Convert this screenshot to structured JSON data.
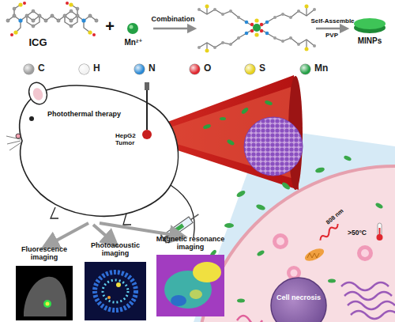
{
  "diagram": {
    "nodes": [
      {
        "text": [
          "MINPs"
        ]
      },
      {
        "text": [
          "Fluorescence imaging"
        ]
      },
      {
        "text": [
          "Photoacoustic imaging"
        ]
      },
      {
        "text": [
          "Magnetic resonance imaging"
        ]
      },
      {
        "text": [
          "Cell necrosis"
        ]
      }
    ],
    "labels": [
      "ICG",
      "+",
      "Mn²⁺",
      "Combination",
      "Self-Assemble",
      "PVP",
      "Photothermal therapy",
      "HepG2 Tumor",
      "808 nm",
      ">50°C"
    ],
    "legend": [
      {
        "text": "C",
        "color": "#9e9e9e"
      },
      {
        "text": "H",
        "color": "#f2f2f2"
      },
      {
        "text": "N",
        "color": "#2a8ad6"
      },
      {
        "text": "O",
        "color": "#e0262e"
      },
      {
        "text": "S",
        "color": "#e8d21c"
      },
      {
        "text": "Mn",
        "color": "#23a045"
      }
    ]
  }
}
